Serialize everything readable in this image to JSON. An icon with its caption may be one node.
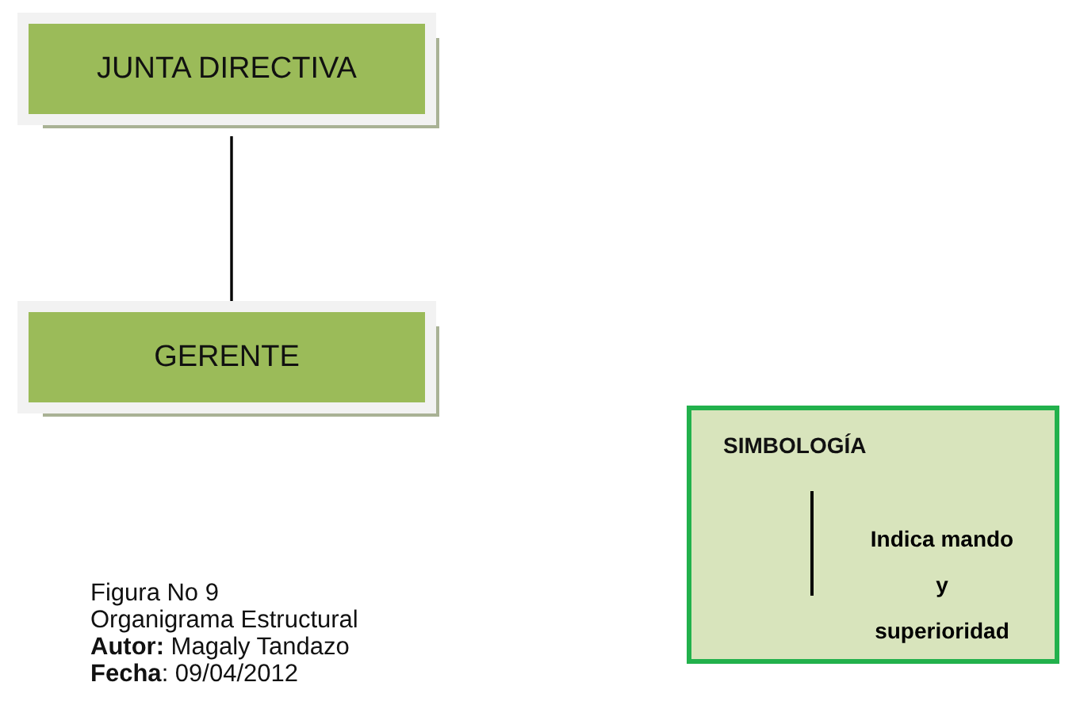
{
  "diagram": {
    "nodes": [
      {
        "text": [
          "JUNTA DIRECTIVA"
        ]
      },
      {
        "text": [
          "GERENTE"
        ]
      }
    ],
    "edges": [
      {
        "from": 0,
        "to": 1,
        "arrow": "none"
      }
    ],
    "labels": [
      "SIMBOLOGÍA",
      "Figura No 9",
      "Organigrama Estructural",
      "**Autor:** Magaly Tandazo",
      "**Fecha**: 09/04/2012"
    ],
    "legend": [
      {
        "text": "Indica mando y superioridad"
      }
    ]
  }
}
